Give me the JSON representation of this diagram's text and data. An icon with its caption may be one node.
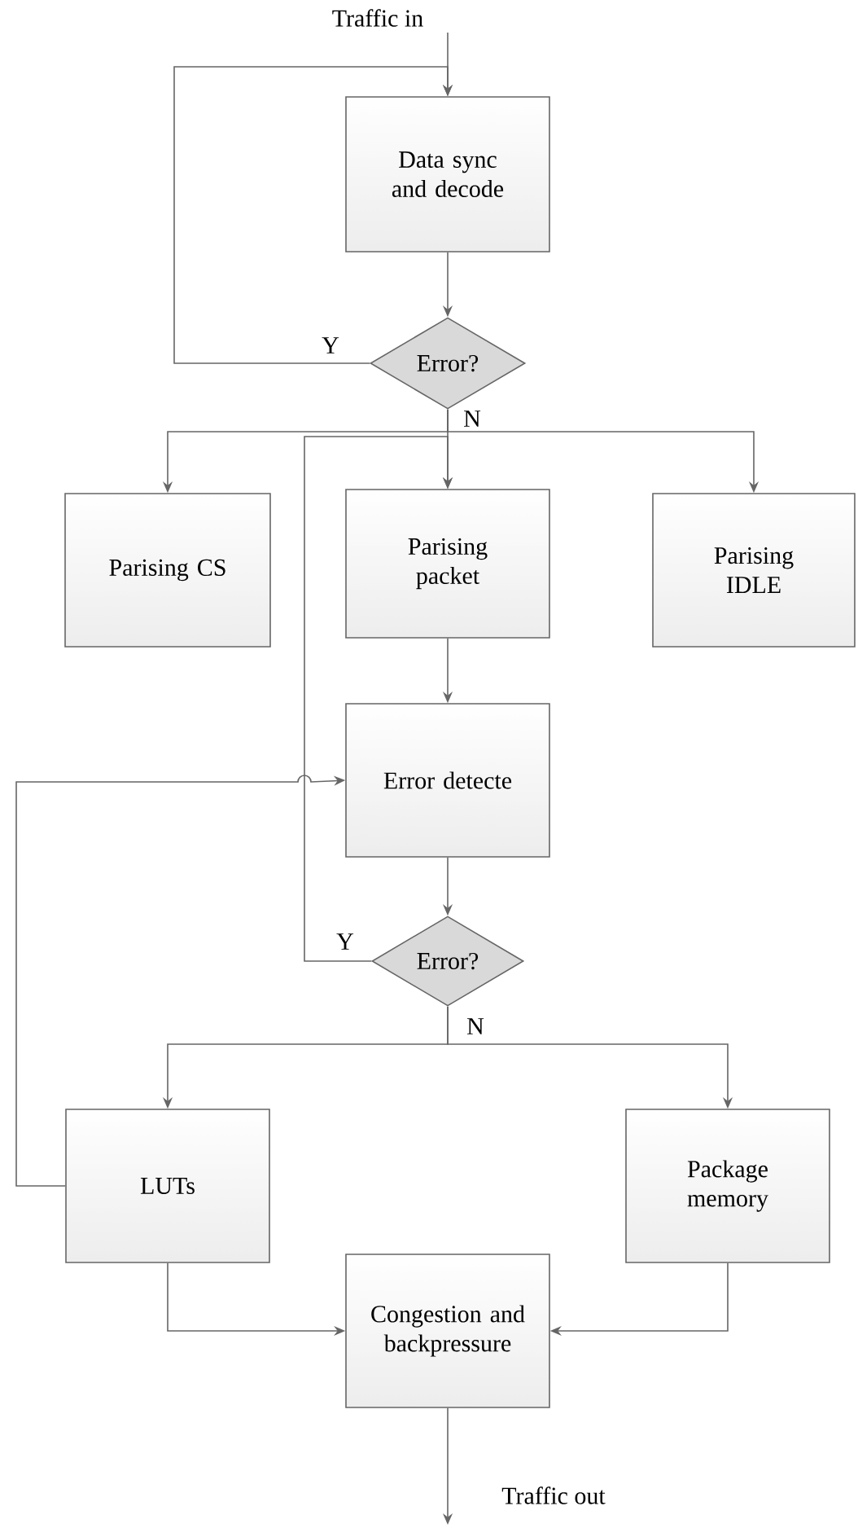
{
  "diagram": {
    "nodes": [
      {
        "text": [
          "Data sync and decode"
        ]
      },
      {
        "text": [
          "Error?"
        ]
      },
      {
        "text": [
          "Parising CS"
        ]
      },
      {
        "text": [
          "Parising packet"
        ]
      },
      {
        "text": [
          "Parising IDLE"
        ]
      },
      {
        "text": [
          "Error detecte"
        ]
      },
      {
        "text": [
          "Error?"
        ]
      },
      {
        "text": [
          "LUTs"
        ]
      },
      {
        "text": [
          "Package memory"
        ]
      },
      {
        "text": [
          "Congestion and backpressure"
        ]
      }
    ],
    "edges": [
      {
        "from": null,
        "to": 0,
        "arrow": "to",
        "label": "Traffic in"
      },
      {
        "from": 0,
        "to": 1,
        "arrow": "to"
      },
      {
        "from": 1,
        "to": 0,
        "arrow": "to",
        "label": "Y"
      },
      {
        "from": 1,
        "to": 2,
        "arrow": "to"
      },
      {
        "from": 1,
        "to": 3,
        "arrow": "to",
        "label": "N"
      },
      {
        "from": 1,
        "to": 4,
        "arrow": "to"
      },
      {
        "from": 3,
        "to": 5,
        "arrow": "to"
      },
      {
        "from": 5,
        "to": 6,
        "arrow": "to"
      },
      {
        "from": 6,
        "to": 3,
        "arrow": "to",
        "label": "Y"
      },
      {
        "from": 6,
        "to": 7,
        "arrow": "to"
      },
      {
        "from": 6,
        "to": 8,
        "arrow": "to",
        "label": "N"
      },
      {
        "from": 7,
        "to": 5,
        "arrow": "to"
      },
      {
        "from": 7,
        "to": 9,
        "arrow": "to"
      },
      {
        "from": 8,
        "to": 9,
        "arrow": "to"
      },
      {
        "from": 9,
        "to": null,
        "arrow": "to",
        "label": "Traffic out"
      }
    ]
  }
}
